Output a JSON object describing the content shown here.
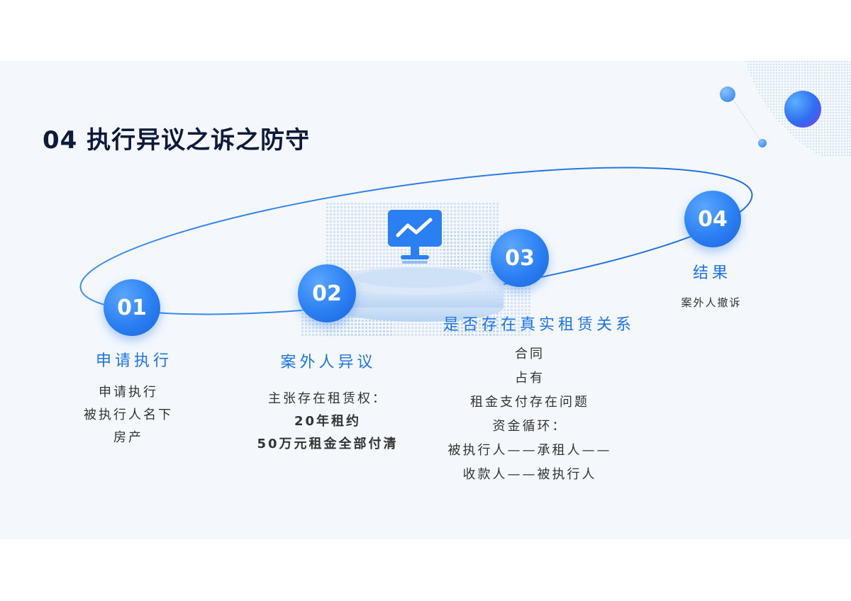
{
  "title": "04 执行异议之诉之防守",
  "steps": [
    {
      "number": "01",
      "title": "申请执行",
      "lines": [
        "申请执行",
        "被执行人名下",
        "房产"
      ]
    },
    {
      "number": "02",
      "title": "案外人异议",
      "lines": [
        "主张存在租赁权：",
        "20年租约",
        "50万元租金全部付清"
      ]
    },
    {
      "number": "03",
      "title": "是否存在真实租赁关系",
      "lines": [
        "合同",
        "占有",
        "租金支付存在问题",
        "资金循环：",
        "被执行人——承租人——",
        "收款人——被执行人"
      ]
    },
    {
      "number": "04",
      "title": "结果",
      "lines": [
        "案外人撤诉"
      ]
    }
  ],
  "colors": {
    "accent": "#1e74e6",
    "circle": "#2a7ff2",
    "title": "#0d1a3a",
    "background": "#f4f8fd"
  },
  "icons": {
    "center": "monitor-chart-icon"
  }
}
